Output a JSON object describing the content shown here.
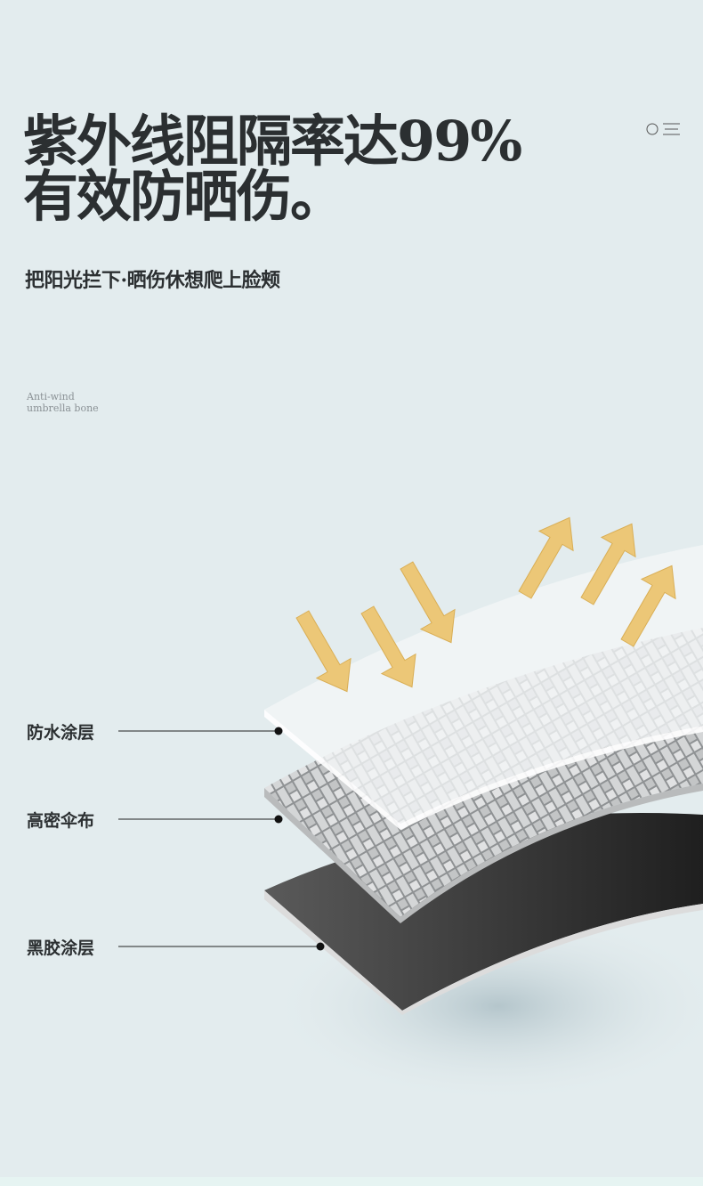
{
  "headline": {
    "line1": "紫外线阻隔率达99%",
    "line2": "有效防晒伤。"
  },
  "subheadline": "把阳光拦下·晒伤休想爬上脸颊",
  "english_caption": {
    "line1": "Anti-wind",
    "line2": "umbrella bone"
  },
  "layers": [
    {
      "label": "防水涂层"
    },
    {
      "label": "高密伞布"
    },
    {
      "label": "黑胶涂层"
    }
  ],
  "colors": {
    "background": "#e3ecee",
    "text": "#2b2f31",
    "arrow": "#ecc777",
    "black_layer": "#2e2e2e"
  }
}
